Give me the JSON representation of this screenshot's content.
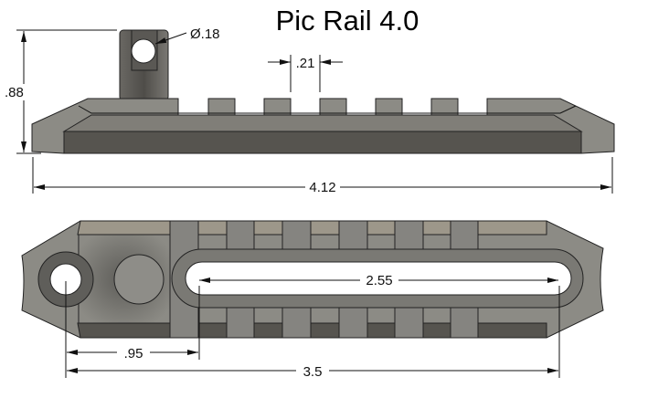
{
  "title": "Pic Rail 4.0",
  "dimensions": {
    "hole_diameter": "Ø.18",
    "height": ".88",
    "slot_spacing": ".21",
    "overall_length": "4.12",
    "slot_length": "2.55",
    "hole_to_slot": ".95",
    "hole_to_slot_end": "3.5"
  },
  "colors": {
    "face_light": "#8c8b85",
    "face_dark": "#56544f",
    "face_tan": "#9d978a"
  }
}
